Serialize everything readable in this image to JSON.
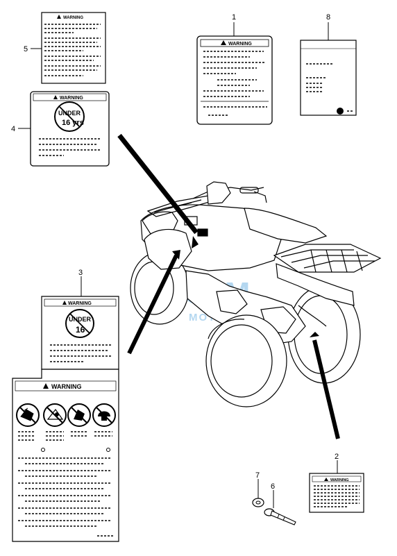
{
  "callouts": [
    "1",
    "2",
    "3",
    "4",
    "5",
    "6",
    "7",
    "8"
  ],
  "labels": {
    "warning": "WARNING",
    "under": "UNDER",
    "sixteen": "16",
    "sixteen_yrs": "16 yrs"
  },
  "watermark": {
    "main": "CFM",
    "sub": "MOTORPARTS",
    "color": "#5aa7de"
  }
}
